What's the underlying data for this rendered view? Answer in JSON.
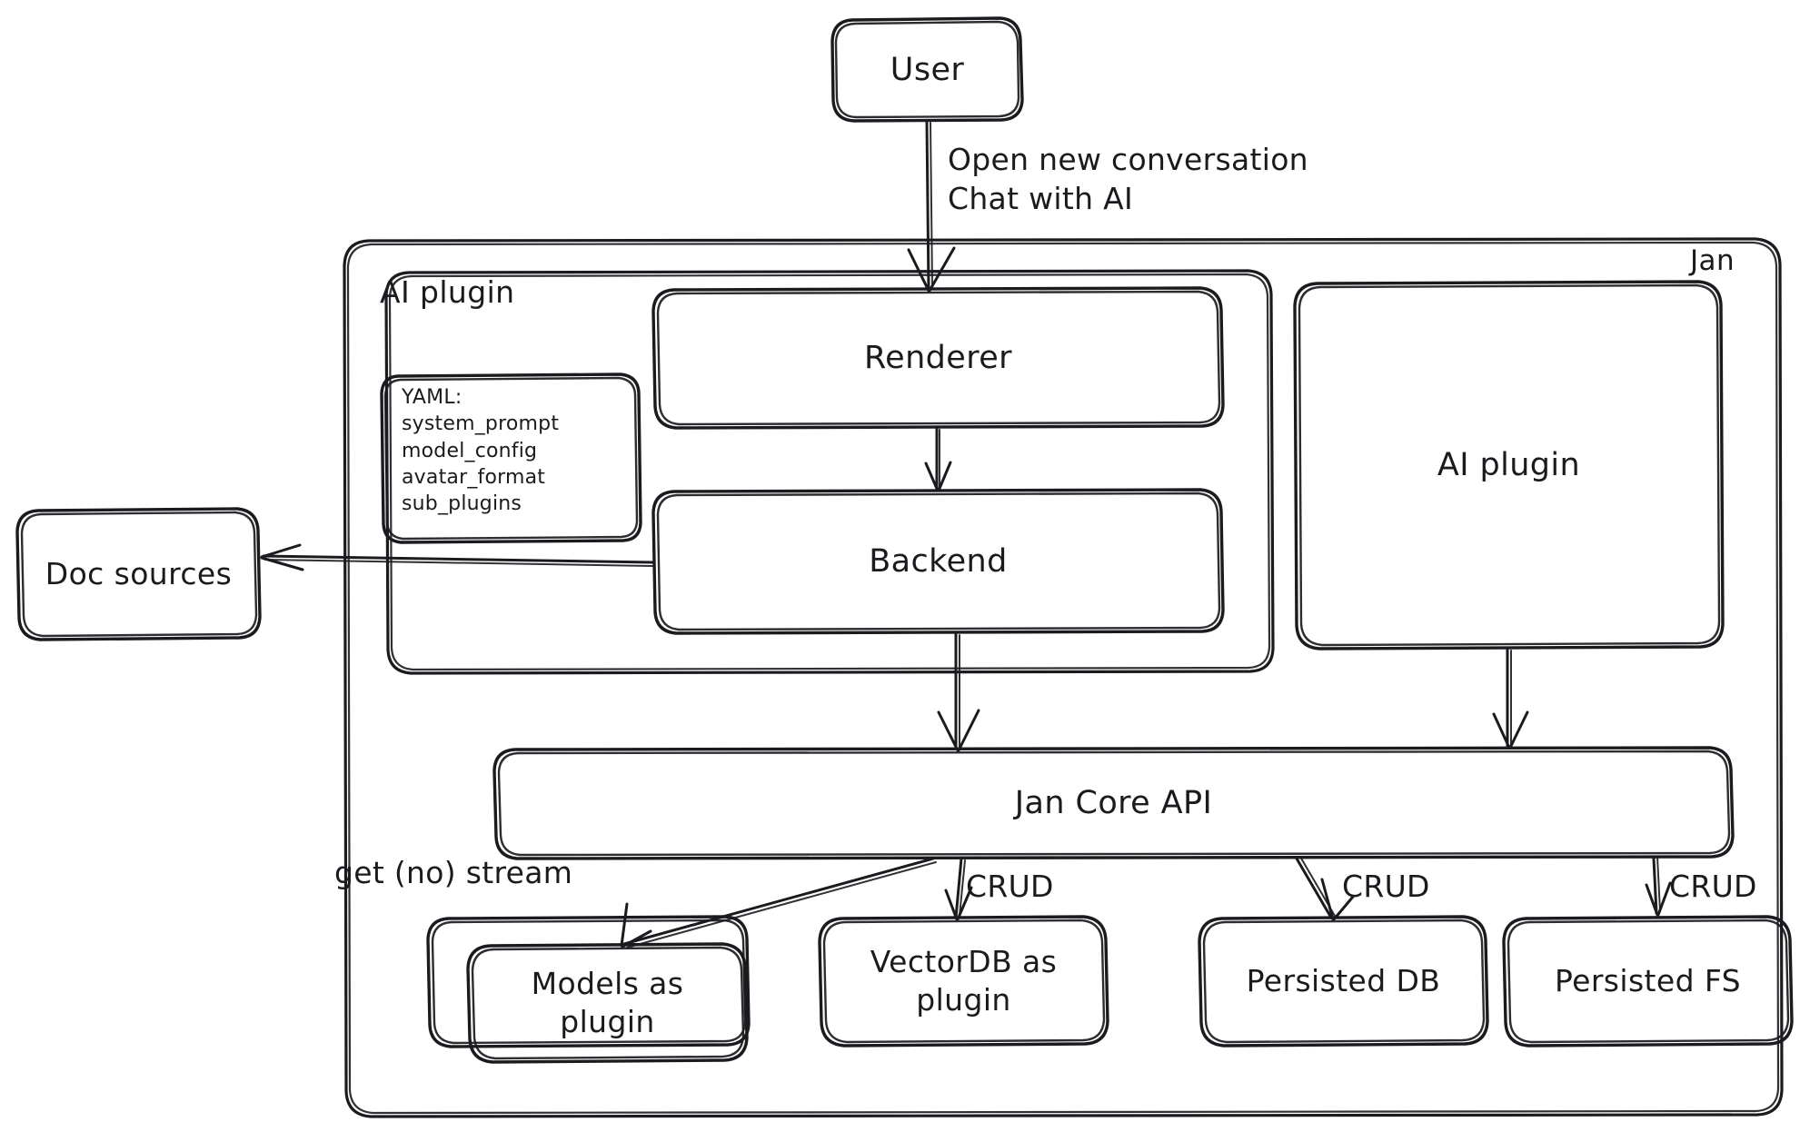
{
  "diagram": {
    "title": "Jan architecture diagram",
    "style": "hand-drawn sketch",
    "background_color": "#ffffff",
    "stroke_color": "#1b1b1f"
  },
  "nodes": {
    "user": {
      "label": "User"
    },
    "jan_container": {
      "label": "Jan"
    },
    "ai_plugin_group": {
      "label": "AI plugin"
    },
    "yaml_box": {
      "label": "YAML:\nsystem_prompt\nmodel_config\navatar_format\nsub_plugins"
    },
    "renderer": {
      "label": "Renderer"
    },
    "backend": {
      "label": "Backend"
    },
    "ai_plugin_right": {
      "label": "AI plugin"
    },
    "doc_sources": {
      "label": "Doc sources"
    },
    "jan_core_api": {
      "label": "Jan Core API"
    },
    "models_plugin": {
      "label": "Models as\nplugin"
    },
    "vectordb_plugin": {
      "label": "VectorDB as\nplugin"
    },
    "persisted_db": {
      "label": "Persisted DB"
    },
    "persisted_fs": {
      "label": "Persisted FS"
    }
  },
  "edges": [
    {
      "from": "user",
      "to": "renderer",
      "label": "Open new conversation\nChat with AI"
    },
    {
      "from": "renderer",
      "to": "backend",
      "label": ""
    },
    {
      "from": "backend",
      "to": "doc_sources",
      "label": ""
    },
    {
      "from": "backend",
      "to": "jan_core_api",
      "label": ""
    },
    {
      "from": "ai_plugin_right",
      "to": "jan_core_api",
      "label": ""
    },
    {
      "from": "jan_core_api",
      "to": "models_plugin",
      "label": "get (no) stream"
    },
    {
      "from": "jan_core_api",
      "to": "vectordb_plugin",
      "label": "CRUD"
    },
    {
      "from": "jan_core_api",
      "to": "persisted_db",
      "label": "CRUD"
    },
    {
      "from": "jan_core_api",
      "to": "persisted_fs",
      "label": "CRUD"
    }
  ],
  "edge_labels": {
    "user_to_renderer": "Open new conversation\nChat with AI",
    "stream": "get (no) stream",
    "crud_vectordb": "CRUD",
    "crud_db": "CRUD",
    "crud_fs": "CRUD"
  }
}
